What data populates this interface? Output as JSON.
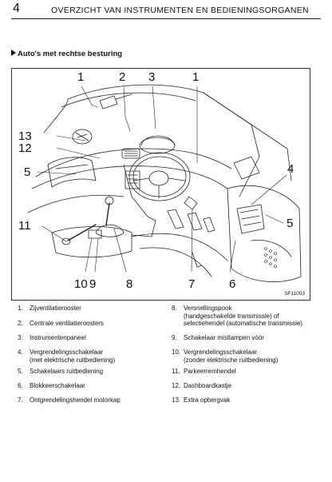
{
  "header": {
    "page_number": "4",
    "title": "OVERZICHT VAN INSTRUMENTEN EN BEDIENINGSORGANEN"
  },
  "section": {
    "heading": "Auto's met rechtse besturing",
    "marker_icon": "right-triangle-icon"
  },
  "figure": {
    "code": "SF11003",
    "callouts": {
      "c1a": "1",
      "c2": "2",
      "c3": "3",
      "c1b": "1",
      "c13": "13",
      "c12": "12",
      "c5a": "5",
      "c4": "4",
      "c11": "11",
      "c5b": "5",
      "c10": "10",
      "c9": "9",
      "c8": "8",
      "c7": "7",
      "c6": "6"
    }
  },
  "legend": {
    "left": [
      {
        "num": "1.",
        "text": "Zijventilatierooster"
      },
      {
        "num": "2.",
        "text": "Centrale ventilatieroosters"
      },
      {
        "num": "3.",
        "text": "Instrumentenpaneel"
      },
      {
        "num": "4.",
        "text": "Vergrendelingsschakelaar\n(met elektrische ruitbediening)"
      },
      {
        "num": "5.",
        "text": "Schakelaars ruitbediening"
      },
      {
        "num": "6.",
        "text": "Blokkeerschakelaar"
      },
      {
        "num": "7.",
        "text": "Ontgrendelingshendel motorkap"
      }
    ],
    "right": [
      {
        "num": "8.",
        "text": "Versnellingspook\n(handgeschakelde transmissie) of\nselectiehendel (automatische transmissie)"
      },
      {
        "num": "9.",
        "text": "Schakelaar mistlampen vóór"
      },
      {
        "num": "10.",
        "text": "Vergrendelingsschakelaar\n(zonder elektrische ruitbediening)"
      },
      {
        "num": "11.",
        "text": "Parkeerremhendel"
      },
      {
        "num": "12.",
        "text": "Dashboardkastje"
      },
      {
        "num": "13.",
        "text": "Extra opbergvak"
      }
    ]
  }
}
